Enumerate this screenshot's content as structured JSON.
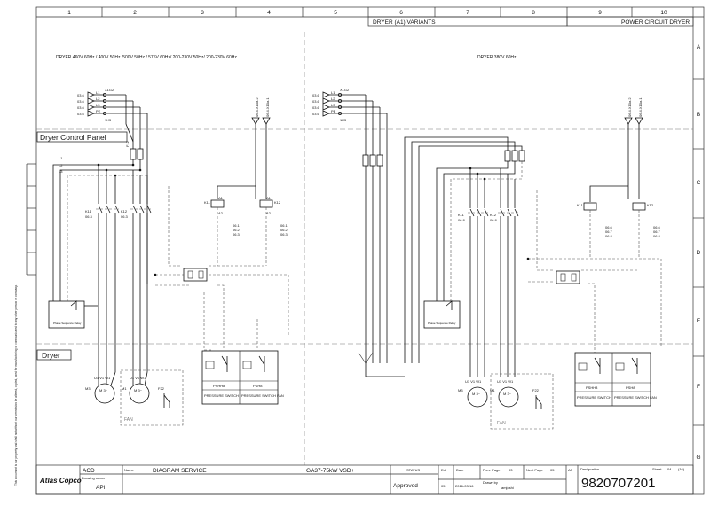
{
  "columns": [
    "1",
    "2",
    "3",
    "4",
    "5",
    "6",
    "7",
    "8",
    "9",
    "10"
  ],
  "rows": [
    "A",
    "B",
    "C",
    "D",
    "E",
    "F",
    "G"
  ],
  "header": {
    "variants_label": "DRYER (A1) VARIANTS",
    "power_circuit_label": "POWER CIRCUIT DRYER"
  },
  "left_panel": {
    "title": "DRYER 460V 60Hz / 400V 50Hz /500V 50Hz / 575V 60Hz/ 200-230V 50Hz/ 200-230V 60Hz",
    "control_panel_label": "Dryer Control Panel",
    "dryer_label": "Dryer",
    "inputs": [
      {
        "ref": "03.6",
        "name": "L1"
      },
      {
        "ref": "03.6",
        "name": "L2"
      },
      {
        "ref": "03.6",
        "name": "L3"
      },
      {
        "ref": "03.6",
        "name": "PE"
      }
    ],
    "terminal_top": "X1G2",
    "terminal_bottom": "1K3",
    "relays": [
      {
        "name": "K11",
        "ref": "06.3"
      },
      {
        "name": "K12",
        "ref": "06.3"
      }
    ],
    "coils": [
      {
        "name": "K11",
        "contacts": [
          "2",
          "06.1",
          "06.2",
          "06.3"
        ]
      },
      {
        "name": "K12",
        "contacts": [
          "2",
          "06.1",
          "06.2",
          "06.3"
        ]
      }
    ],
    "motors": [
      {
        "name": "M3",
        "type": "M 3~"
      },
      {
        "name": "M1",
        "type": "M 3~"
      }
    ],
    "switch": "F22",
    "fan_label": "FAN",
    "pressure_switches": [
      {
        "code": "PSHH8",
        "name": "PRESSURE SWITCH"
      },
      {
        "code": "PSH8",
        "name": "PRESSURE SWITCH FAN"
      }
    ],
    "fuse_ref_labels": [
      "06.4.X10a.2",
      "06.4.X10a.1"
    ],
    "bottom_box": "Phase Sequence Relay"
  },
  "right_panel": {
    "title": "DRYER 380V 60Hz",
    "inputs": [
      {
        "ref": "03.6",
        "name": "L1"
      },
      {
        "ref": "03.6",
        "name": "L2"
      },
      {
        "ref": "03.6",
        "name": "L3"
      },
      {
        "ref": "03.6",
        "name": "PE"
      }
    ],
    "terminal_top": "X1G2",
    "terminal_bottom": "1K3",
    "relays": [
      {
        "name": "K11",
        "ref": "06.8"
      },
      {
        "name": "K12",
        "ref": "06.8"
      }
    ],
    "coils": [
      {
        "name": "K11",
        "contacts": [
          "1",
          "06.6",
          "06.7",
          "06.8"
        ]
      },
      {
        "name": "K12",
        "contacts": [
          "1",
          "06.6",
          "06.7",
          "06.8"
        ]
      }
    ],
    "motors": [
      {
        "name": "M3",
        "type": "M 3~"
      },
      {
        "name": "M1",
        "type": "M 3~"
      }
    ],
    "switch": "F22",
    "fan_label": "FAN",
    "pressure_switches": [
      {
        "code": "PSHH8",
        "name": "PRESSURE SWITCH"
      },
      {
        "code": "PSH8",
        "name": "PRESSURE SWITCH FAN"
      }
    ],
    "fuse_ref_labels": [
      "06.4.X10a.2",
      "06.4.X10a.1"
    ],
    "bottom_box": "Phase Sequence Relay"
  },
  "margin_text": "This document is our property and shall not without our permission be altered, copied, used for manufacturing or communicated to any other person or company.",
  "title_block": {
    "logo": "Atlas Copco",
    "company_code": "ACD",
    "drawing_owner_label": "Drawing owner",
    "drawing_owner": "API",
    "name_label": "Name",
    "name_value": "DIAGRAM SERVICE",
    "product": "GA37-75kW VSD+",
    "status_label": "STATUS",
    "status_value": "Approved",
    "ed_label": "Ed.",
    "ed_value": "05",
    "date_label": "Date",
    "date_value": "2016-03-16",
    "prev_page_label": "Prev. Page",
    "prev_page_value": "03",
    "next_page_label": "Next Page",
    "next_page_value": "05",
    "drawn_by_label": "Drawn by",
    "drawn_by_value": "amjoshi",
    "format": "A3",
    "designation_label": "Designation",
    "designation": "9820707201",
    "sheet_label": "Sheet",
    "sheet_value": "04",
    "sheet_total": "(16)"
  }
}
